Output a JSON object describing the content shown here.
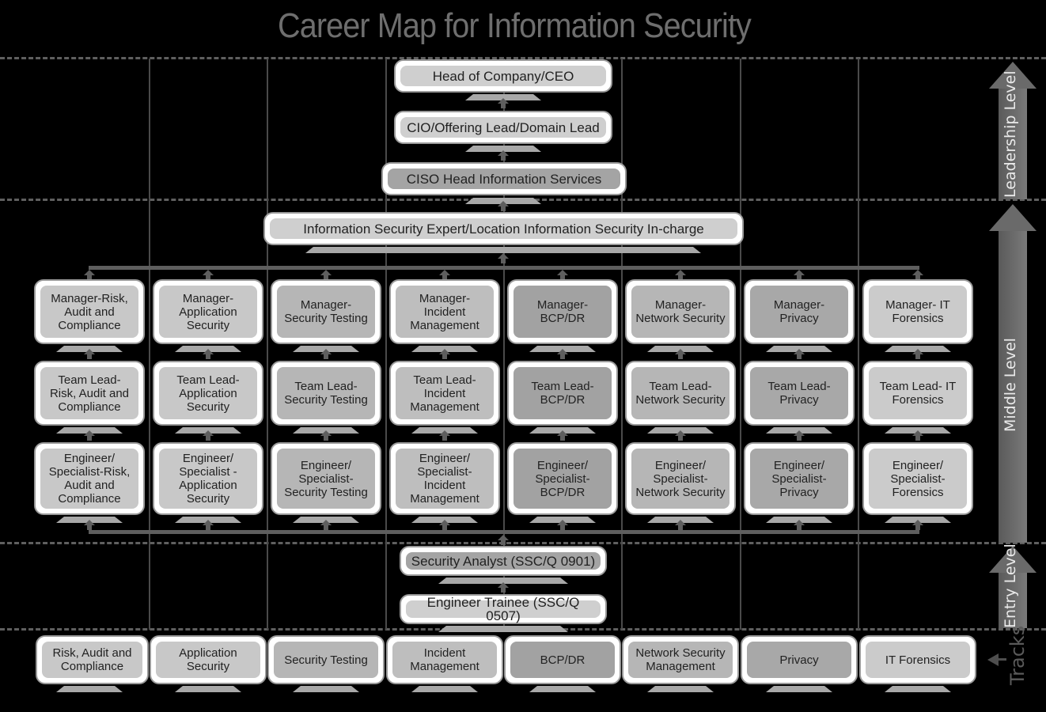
{
  "title": "Career Map for Information Security",
  "levels": {
    "leadership": "Leadership  Level",
    "middle": "Middle Level",
    "entry": "Entry Level",
    "tracks": "Tracks"
  },
  "leadership_roles": [
    {
      "label": "Head of Company/CEO",
      "color": "#cfcfcf"
    },
    {
      "label": "CIO/Offering Lead/Domain Lead",
      "color": "#cfcfcf"
    },
    {
      "label": "CISO Head Information Services",
      "color": "#a4a4a4"
    }
  ],
  "expert_role": {
    "label": "Information Security Expert/Location Information Security In-charge",
    "color": "#cfcfcf"
  },
  "tracks": [
    {
      "name": "Risk, Audit and Compliance",
      "color": "#c8c8c8",
      "manager": "Manager-Risk, Audit and Compliance",
      "team_lead": "Team Lead- Risk, Audit and Compliance",
      "engineer": "Engineer/ Specialist-Risk, Audit and Compliance"
    },
    {
      "name": "Application Security",
      "color": "#c8c8c8",
      "manager": "Manager- Application Security",
      "team_lead": "Team Lead- Application Security",
      "engineer": "Engineer/ Specialist - Application Security"
    },
    {
      "name": "Security Testing",
      "color": "#b6b6b6",
      "manager": "Manager- Security Testing",
      "team_lead": "Team Lead- Security Testing",
      "engineer": "Engineer/ Specialist- Security Testing"
    },
    {
      "name": "Incident Management",
      "color": "#bebebe",
      "manager": "Manager- Incident Management",
      "team_lead": "Team Lead- Incident Management",
      "engineer": "Engineer/ Specialist- Incident Management"
    },
    {
      "name": "BCP/DR",
      "color": "#a2a2a2",
      "manager": "Manager- BCP/DR",
      "team_lead": "Team Lead- BCP/DR",
      "engineer": "Engineer/ Specialist- BCP/DR"
    },
    {
      "name": "Network Security Management",
      "color": "#b6b6b6",
      "manager": "Manager- Network Security",
      "team_lead": "Team Lead- Network Security",
      "engineer": "Engineer/ Specialist- Network Security"
    },
    {
      "name": "Privacy",
      "color": "#a8a8a8",
      "manager": "Manager- Privacy",
      "team_lead": "Team Lead- Privacy",
      "engineer": "Engineer/ Specialist- Privacy"
    },
    {
      "name": "IT Forensics",
      "color": "#cbcbcb",
      "manager": "Manager- IT Forensics",
      "team_lead": "Team Lead- IT Forensics",
      "engineer": "Engineer/ Specialist- Forensics"
    }
  ],
  "entry_roles": [
    {
      "label": "Security Analyst (SSC/Q 0901)",
      "color": "#a4a4a4"
    },
    {
      "label": "Engineer Trainee (SSC/Q 0507)",
      "color": "#cfcfcf"
    }
  ]
}
